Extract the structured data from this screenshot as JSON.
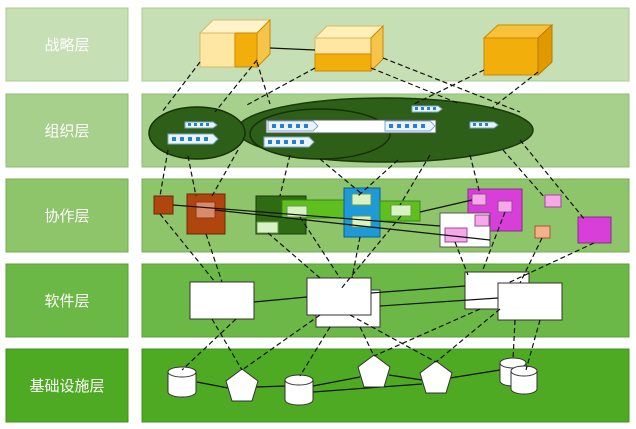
{
  "layers": [
    {
      "id": "strategy",
      "label": "战略层",
      "color": "#c6dfb4"
    },
    {
      "id": "organization",
      "label": "组织层",
      "color": "#a8d08d"
    },
    {
      "id": "collaboration",
      "label": "协作层",
      "color": "#8ec56a"
    },
    {
      "id": "software",
      "label": "软件层",
      "color": "#6cb846"
    },
    {
      "id": "infrastructure",
      "label": "基础设施层",
      "color": "#4eaa22"
    }
  ],
  "colors": {
    "strategy_cube_light": "#fde7a3",
    "strategy_cube_orange": "#f2ae0a",
    "org_ellipse": "#2e5f18",
    "collab_brown": "#b0460e",
    "collab_darkgreen": "#2f6b13",
    "collab_green": "#5fbf1f",
    "collab_blue": "#1e9ad8",
    "collab_magenta": "#d83fd8",
    "collab_pink": "#f6a8e8",
    "collab_salmon": "#f6b08a",
    "collab_palegreen": "#d8f2c4",
    "connector": "#111111"
  }
}
